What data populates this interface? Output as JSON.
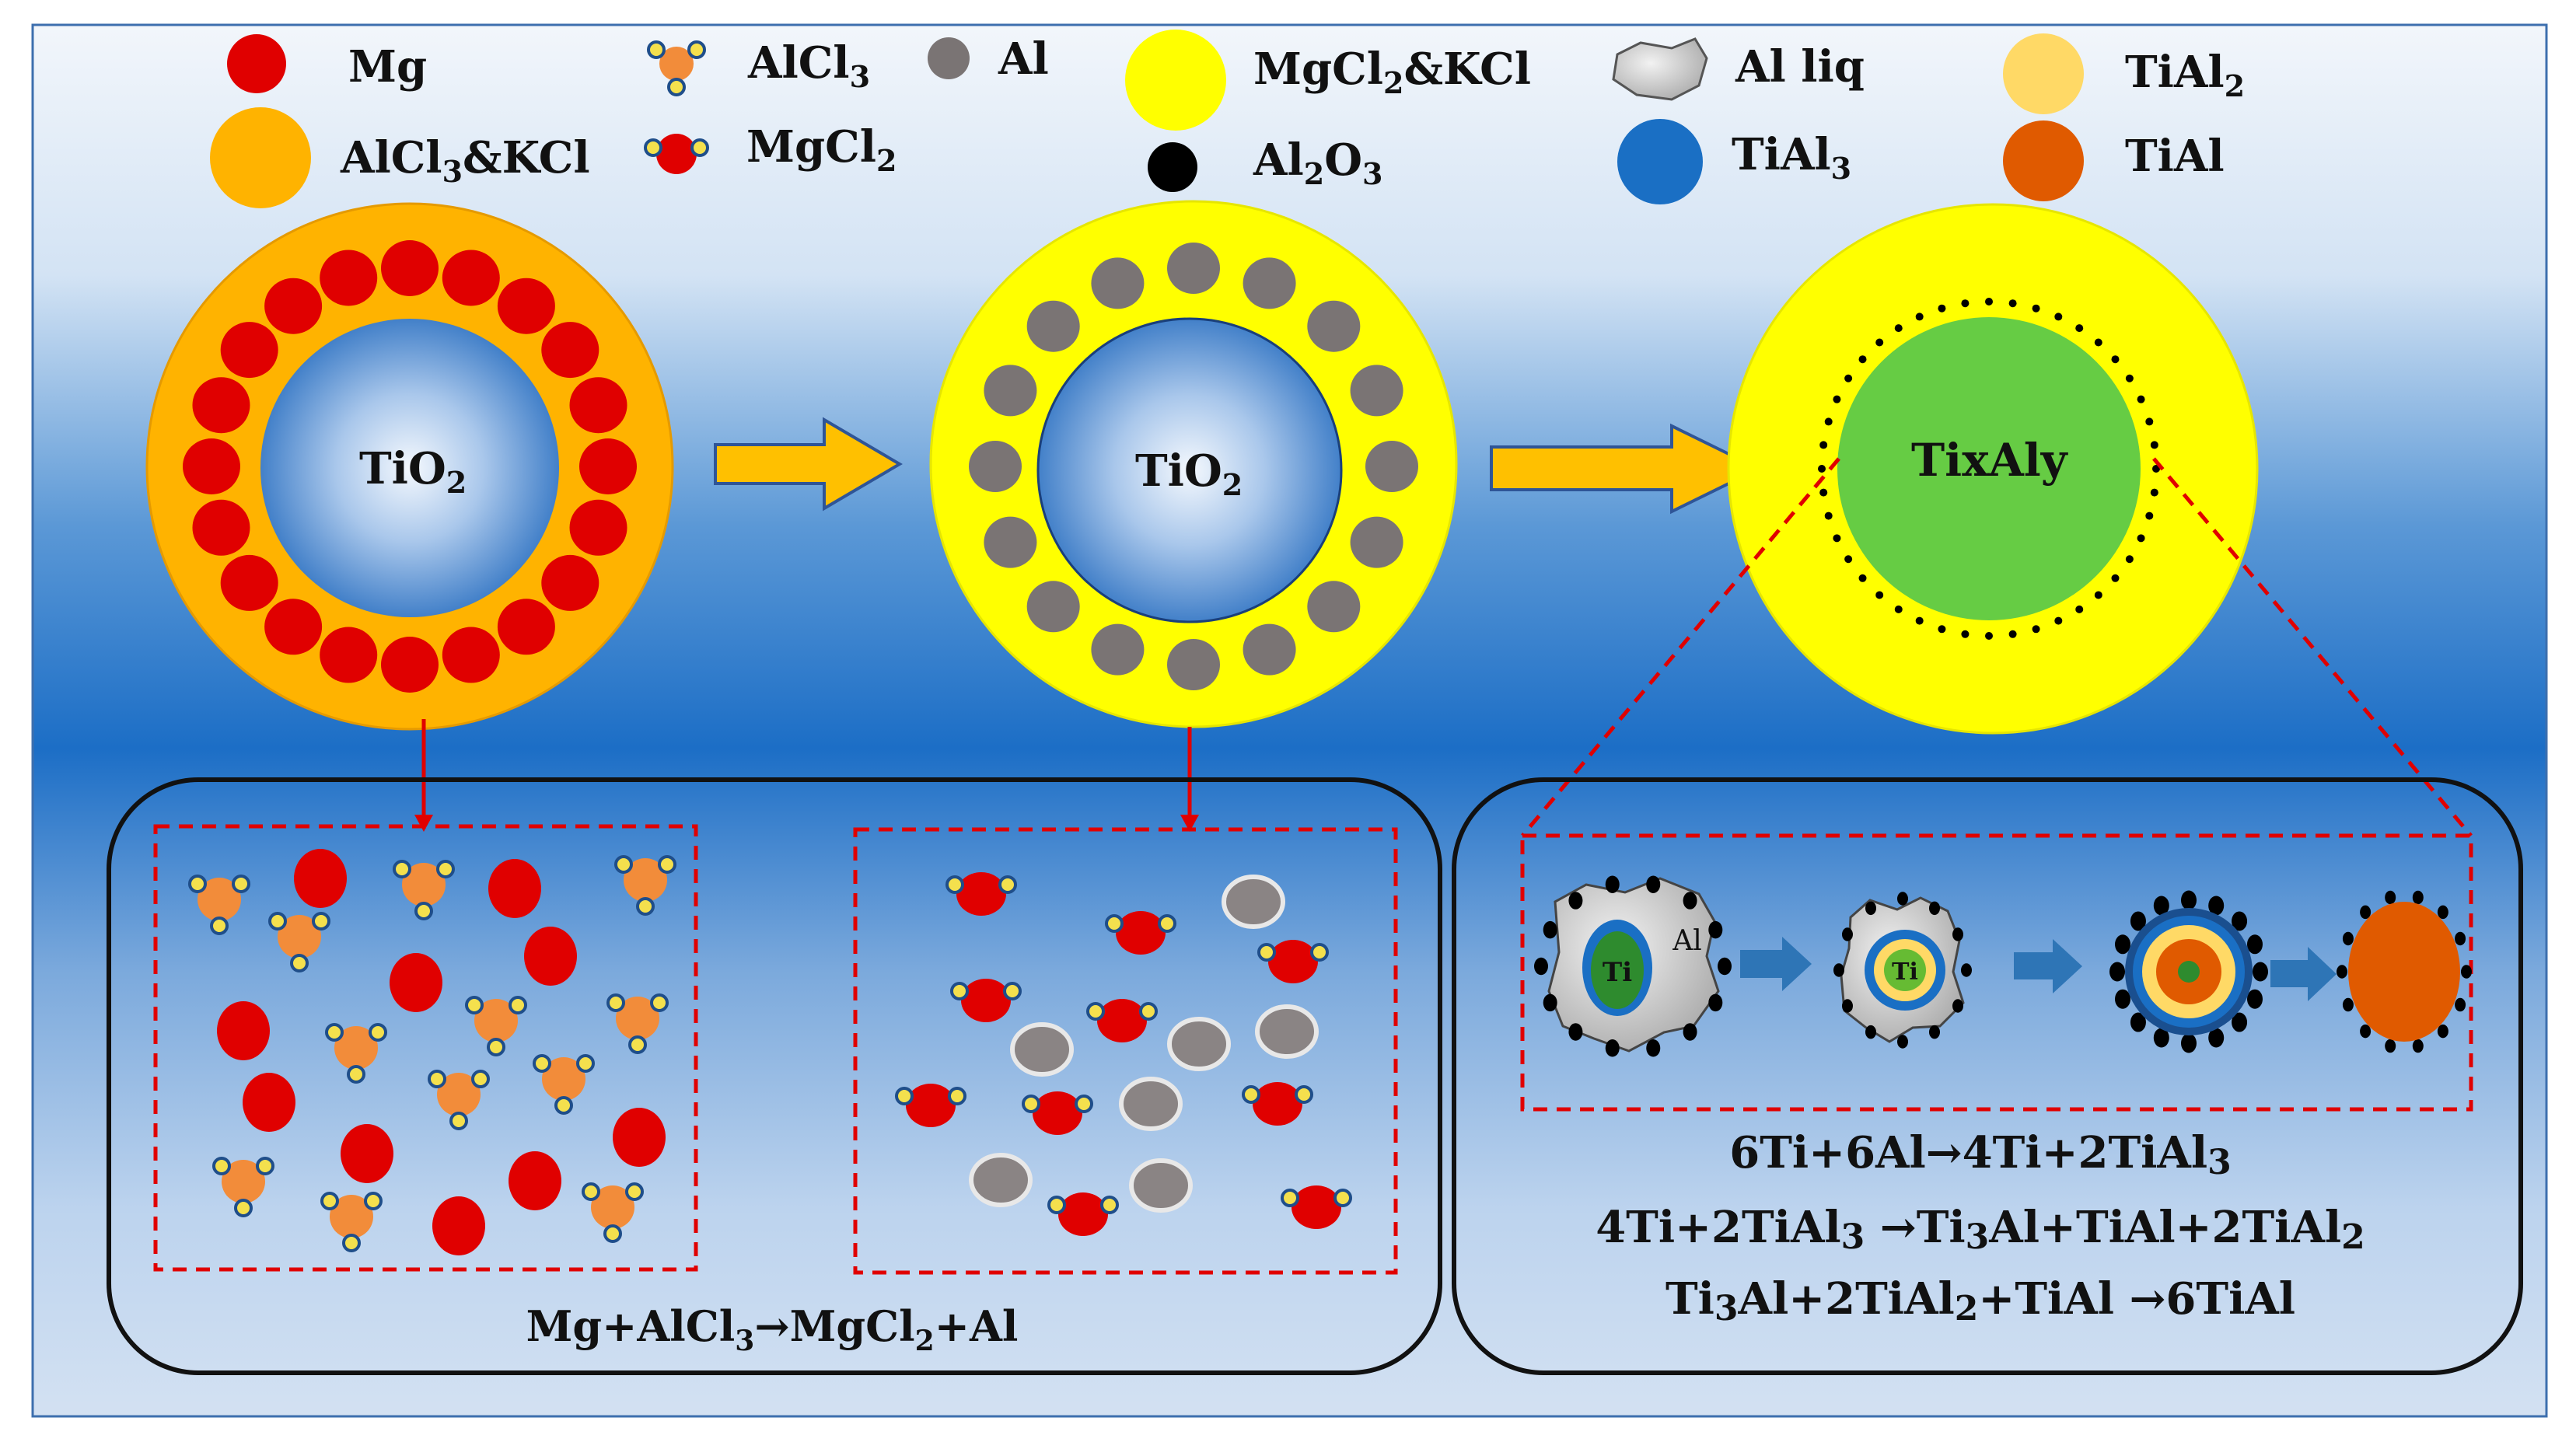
{
  "legend": {
    "mg": "Mg",
    "alcl3_kcl": [
      "AlCl",
      "3",
      "&KCl"
    ],
    "alcl3": [
      "AlCl",
      "3"
    ],
    "mgcl2": [
      "MgCl",
      "2"
    ],
    "al": "Al",
    "mgcl2_kcl": [
      "MgCl",
      "2",
      "&KCl"
    ],
    "al2o3": [
      "Al",
      "2",
      "O",
      "3"
    ],
    "al_liq": "Al liq",
    "tial3": [
      "TiAl",
      "3"
    ],
    "tial2": [
      "TiAl",
      "2"
    ],
    "tial": "TiAl"
  },
  "particles": {
    "tio2_left": [
      "TiO",
      "2"
    ],
    "tio2_middle": [
      "TiO",
      "2"
    ],
    "tixaly": "TixAly"
  },
  "zoom": {
    "core_ti_1": "Ti",
    "core_al": "Al",
    "core_ti_2": "Ti"
  },
  "equations": {
    "left": [
      "Mg+AlCl",
      "3",
      "→MgCl",
      "2",
      "+Al"
    ],
    "right_1": [
      "6Ti+6Al→4Ti+2TiAl",
      "3"
    ],
    "right_2": [
      "4Ti+2TiAl",
      "3",
      " →Ti",
      "3",
      "Al+TiAl+2TiAl",
      "2"
    ],
    "right_3": [
      "Ti",
      "3",
      "Al+2TiAl",
      "2",
      "+TiAl →6TiAl"
    ]
  },
  "colors": {
    "mg": "#e00000",
    "alcl3_kcl": "#ffb300",
    "mgcl2_kcl": "#ffff00",
    "al": "#7a7474",
    "tio2": "#2a6fc0",
    "tixaly": "#66cc44",
    "tial3": "#1a6fc4",
    "tial2": "#ffd966",
    "tial": "#e05a00"
  }
}
